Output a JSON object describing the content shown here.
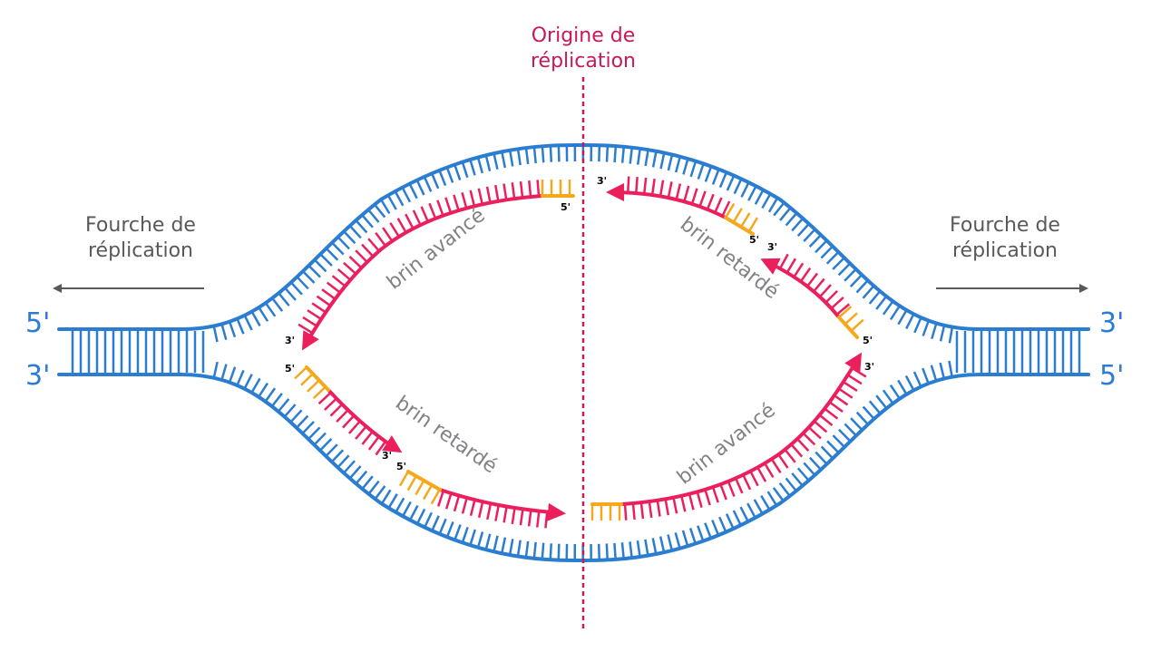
{
  "origin": {
    "line1": "Origine de",
    "line2": "réplication",
    "color": "#c8185a"
  },
  "fork_left": {
    "line1": "Fourche de",
    "line2": "réplication"
  },
  "fork_right": {
    "line1": "Fourche de",
    "line2": "réplication"
  },
  "dna_ends": {
    "left_top": "5'",
    "left_bottom": "3'",
    "right_top": "3'",
    "right_bottom": "5'"
  },
  "strands": {
    "upper_left": "brin avancé",
    "upper_right": "brin retardé",
    "lower_left": "brin retardé",
    "lower_right": "brin avancé"
  },
  "end_marks": {
    "three": "3'",
    "five": "5'"
  },
  "colors": {
    "template": "#2a7dd1",
    "new_strand": "#ec1f5d",
    "primer": "#f6a81c",
    "arrow_gray": "#58595b",
    "label_gray": "#808285"
  }
}
